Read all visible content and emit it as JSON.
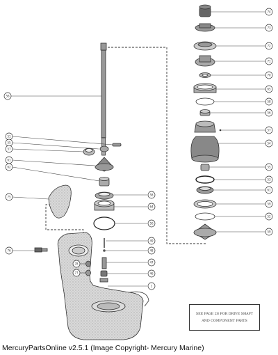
{
  "diagram": {
    "callouts_left": [
      {
        "id": "shaft",
        "label": "56"
      },
      {
        "id": "p51a",
        "label": "51"
      },
      {
        "id": "p55",
        "label": "55"
      },
      {
        "id": "p57a",
        "label": "57"
      },
      {
        "id": "p61a",
        "label": "61"
      },
      {
        "id": "p62",
        "label": "62"
      },
      {
        "id": "p75",
        "label": "75"
      },
      {
        "id": "p76",
        "label": "76"
      }
    ],
    "callouts_right": [
      {
        "id": "r74",
        "label": "74"
      },
      {
        "id": "r73",
        "label": "73"
      },
      {
        "id": "r72",
        "label": "72"
      },
      {
        "id": "r71",
        "label": "71"
      },
      {
        "id": "r70",
        "label": "70"
      },
      {
        "id": "r65",
        "label": "65"
      },
      {
        "id": "r58",
        "label": "58"
      },
      {
        "id": "r56",
        "label": "56"
      },
      {
        "id": "r57",
        "label": "57"
      },
      {
        "id": "r54",
        "label": "54"
      },
      {
        "id": "r55",
        "label": "55"
      },
      {
        "id": "r53",
        "label": "53"
      },
      {
        "id": "r61",
        "label": "61"
      },
      {
        "id": "r59",
        "label": "59"
      },
      {
        "id": "r52",
        "label": "52"
      },
      {
        "id": "r59b",
        "label": "59"
      }
    ],
    "callouts_center": [
      {
        "id": "c58",
        "label": "58"
      },
      {
        "id": "c64",
        "label": "64"
      },
      {
        "id": "c50",
        "label": "50"
      },
      {
        "id": "c49",
        "label": "49"
      },
      {
        "id": "c48",
        "label": "48"
      },
      {
        "id": "c47",
        "label": "47"
      },
      {
        "id": "c46",
        "label": "46"
      },
      {
        "id": "c1",
        "label": "1"
      },
      {
        "id": "c78",
        "label": "78"
      },
      {
        "id": "c77",
        "label": "77"
      }
    ],
    "note": {
      "line1": "SEE PAGE 28 FOR DRIVE SHAFT",
      "line2": "AND COMPONENT PARTS"
    }
  },
  "caption": "MercuryPartsOnline v2.5.1 (Image Copyright- Mercury Marine)"
}
